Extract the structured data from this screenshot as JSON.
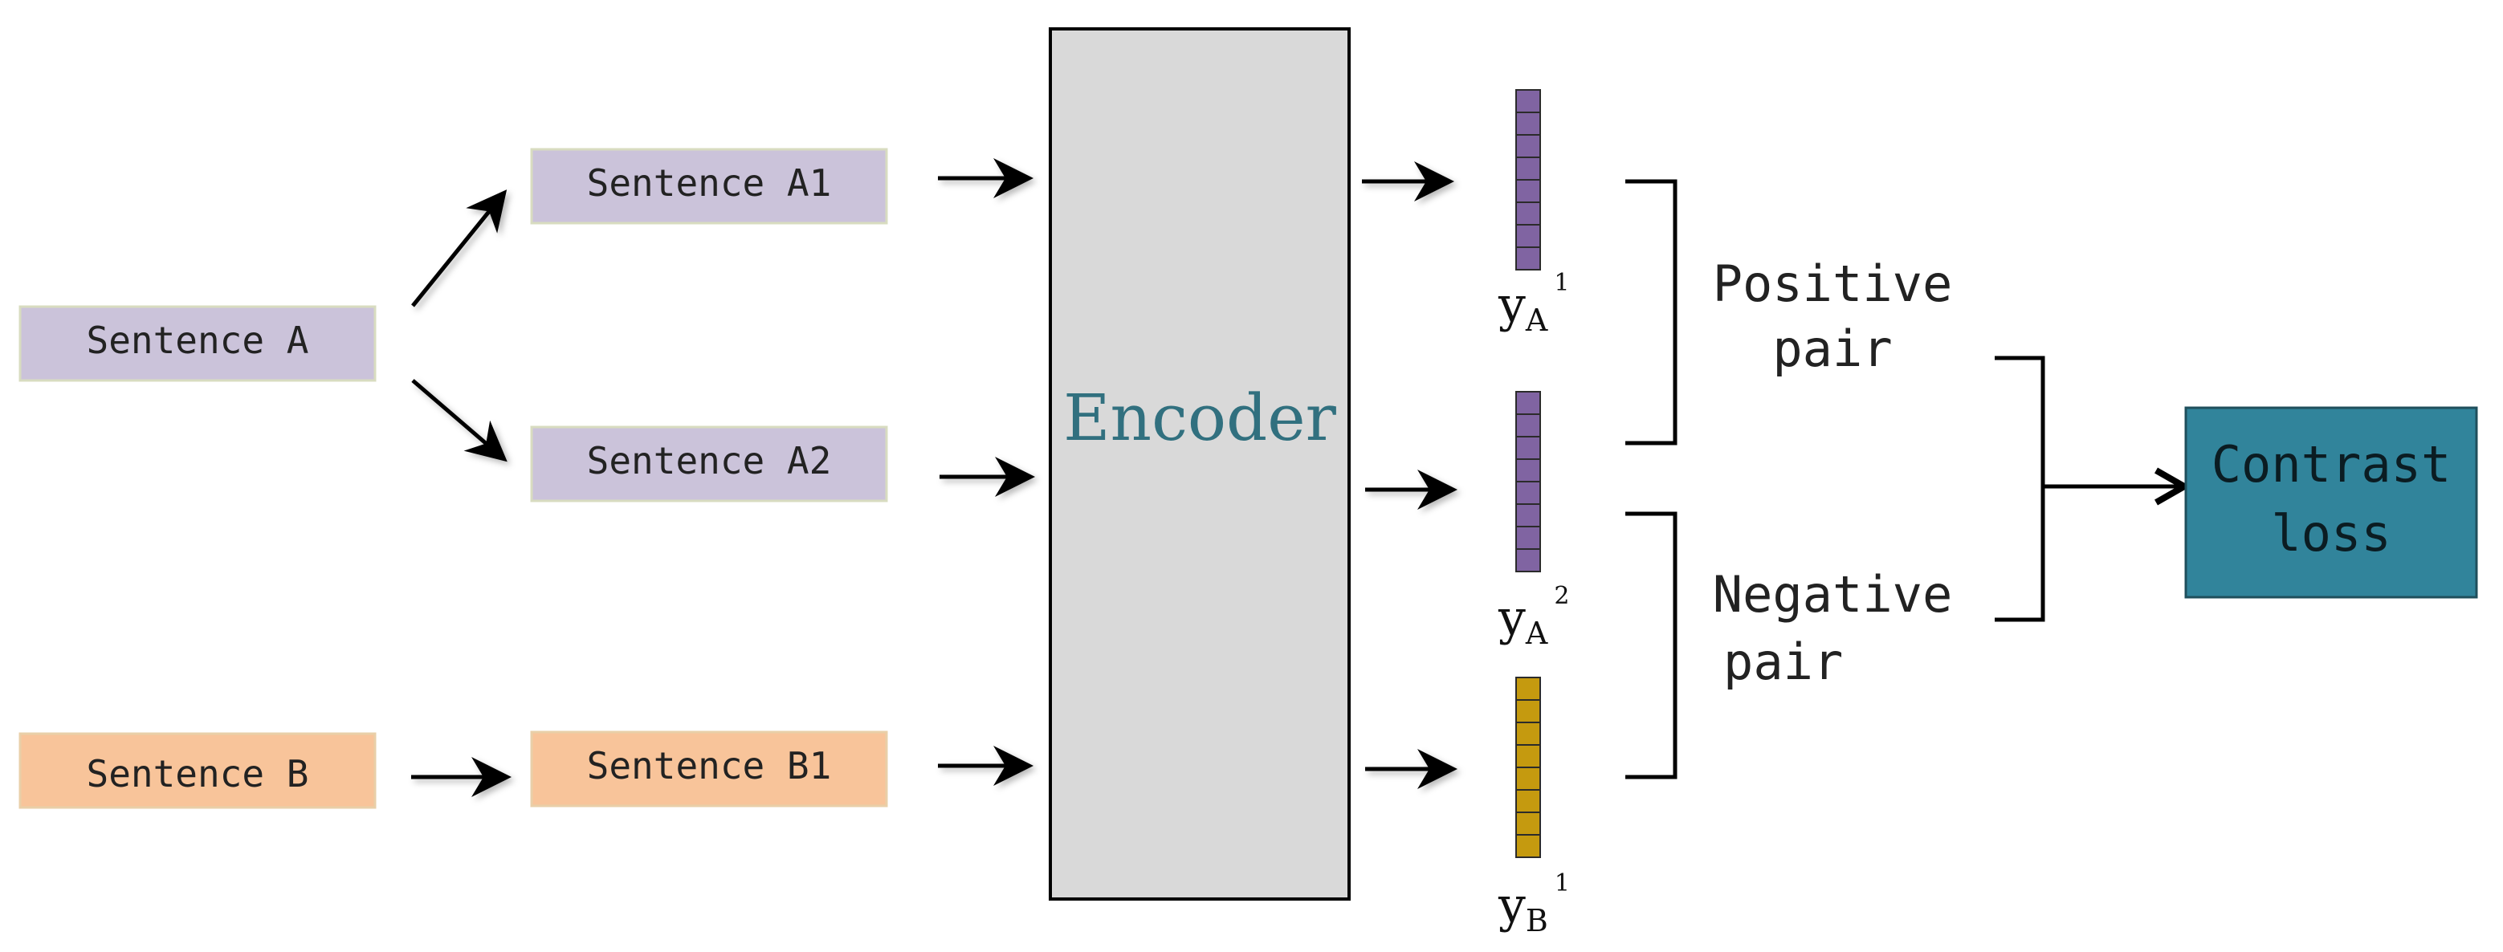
{
  "inputs": {
    "sentence_a": "Sentence A",
    "sentence_b": "Sentence B"
  },
  "augmented": {
    "a1": "Sentence A1",
    "a2": "Sentence A2",
    "b1": "Sentence B1"
  },
  "encoder": {
    "label": "Encoder"
  },
  "embeddings": {
    "ya1": {
      "base": "y",
      "sub": "A",
      "sup": "1"
    },
    "ya2": {
      "base": "y",
      "sub": "A",
      "sup": "2"
    },
    "yb1": {
      "base": "y",
      "sub": "B",
      "sup": "1"
    }
  },
  "pairs": {
    "positive_line1": "Positive",
    "positive_line2": "pair",
    "negative_line1": "Negative",
    "negative_line2": "pair"
  },
  "loss": {
    "line1": "Contrast",
    "line2": "loss"
  },
  "colors": {
    "sentence_a_fill": "#cbc3da",
    "sentence_b_fill": "#f8c49a",
    "encoder_fill": "#d9d9d9",
    "encoder_text": "#31707f",
    "vector_a": "#8064a2",
    "vector_b": "#c59a0f",
    "loss_fill": "#31849b"
  }
}
